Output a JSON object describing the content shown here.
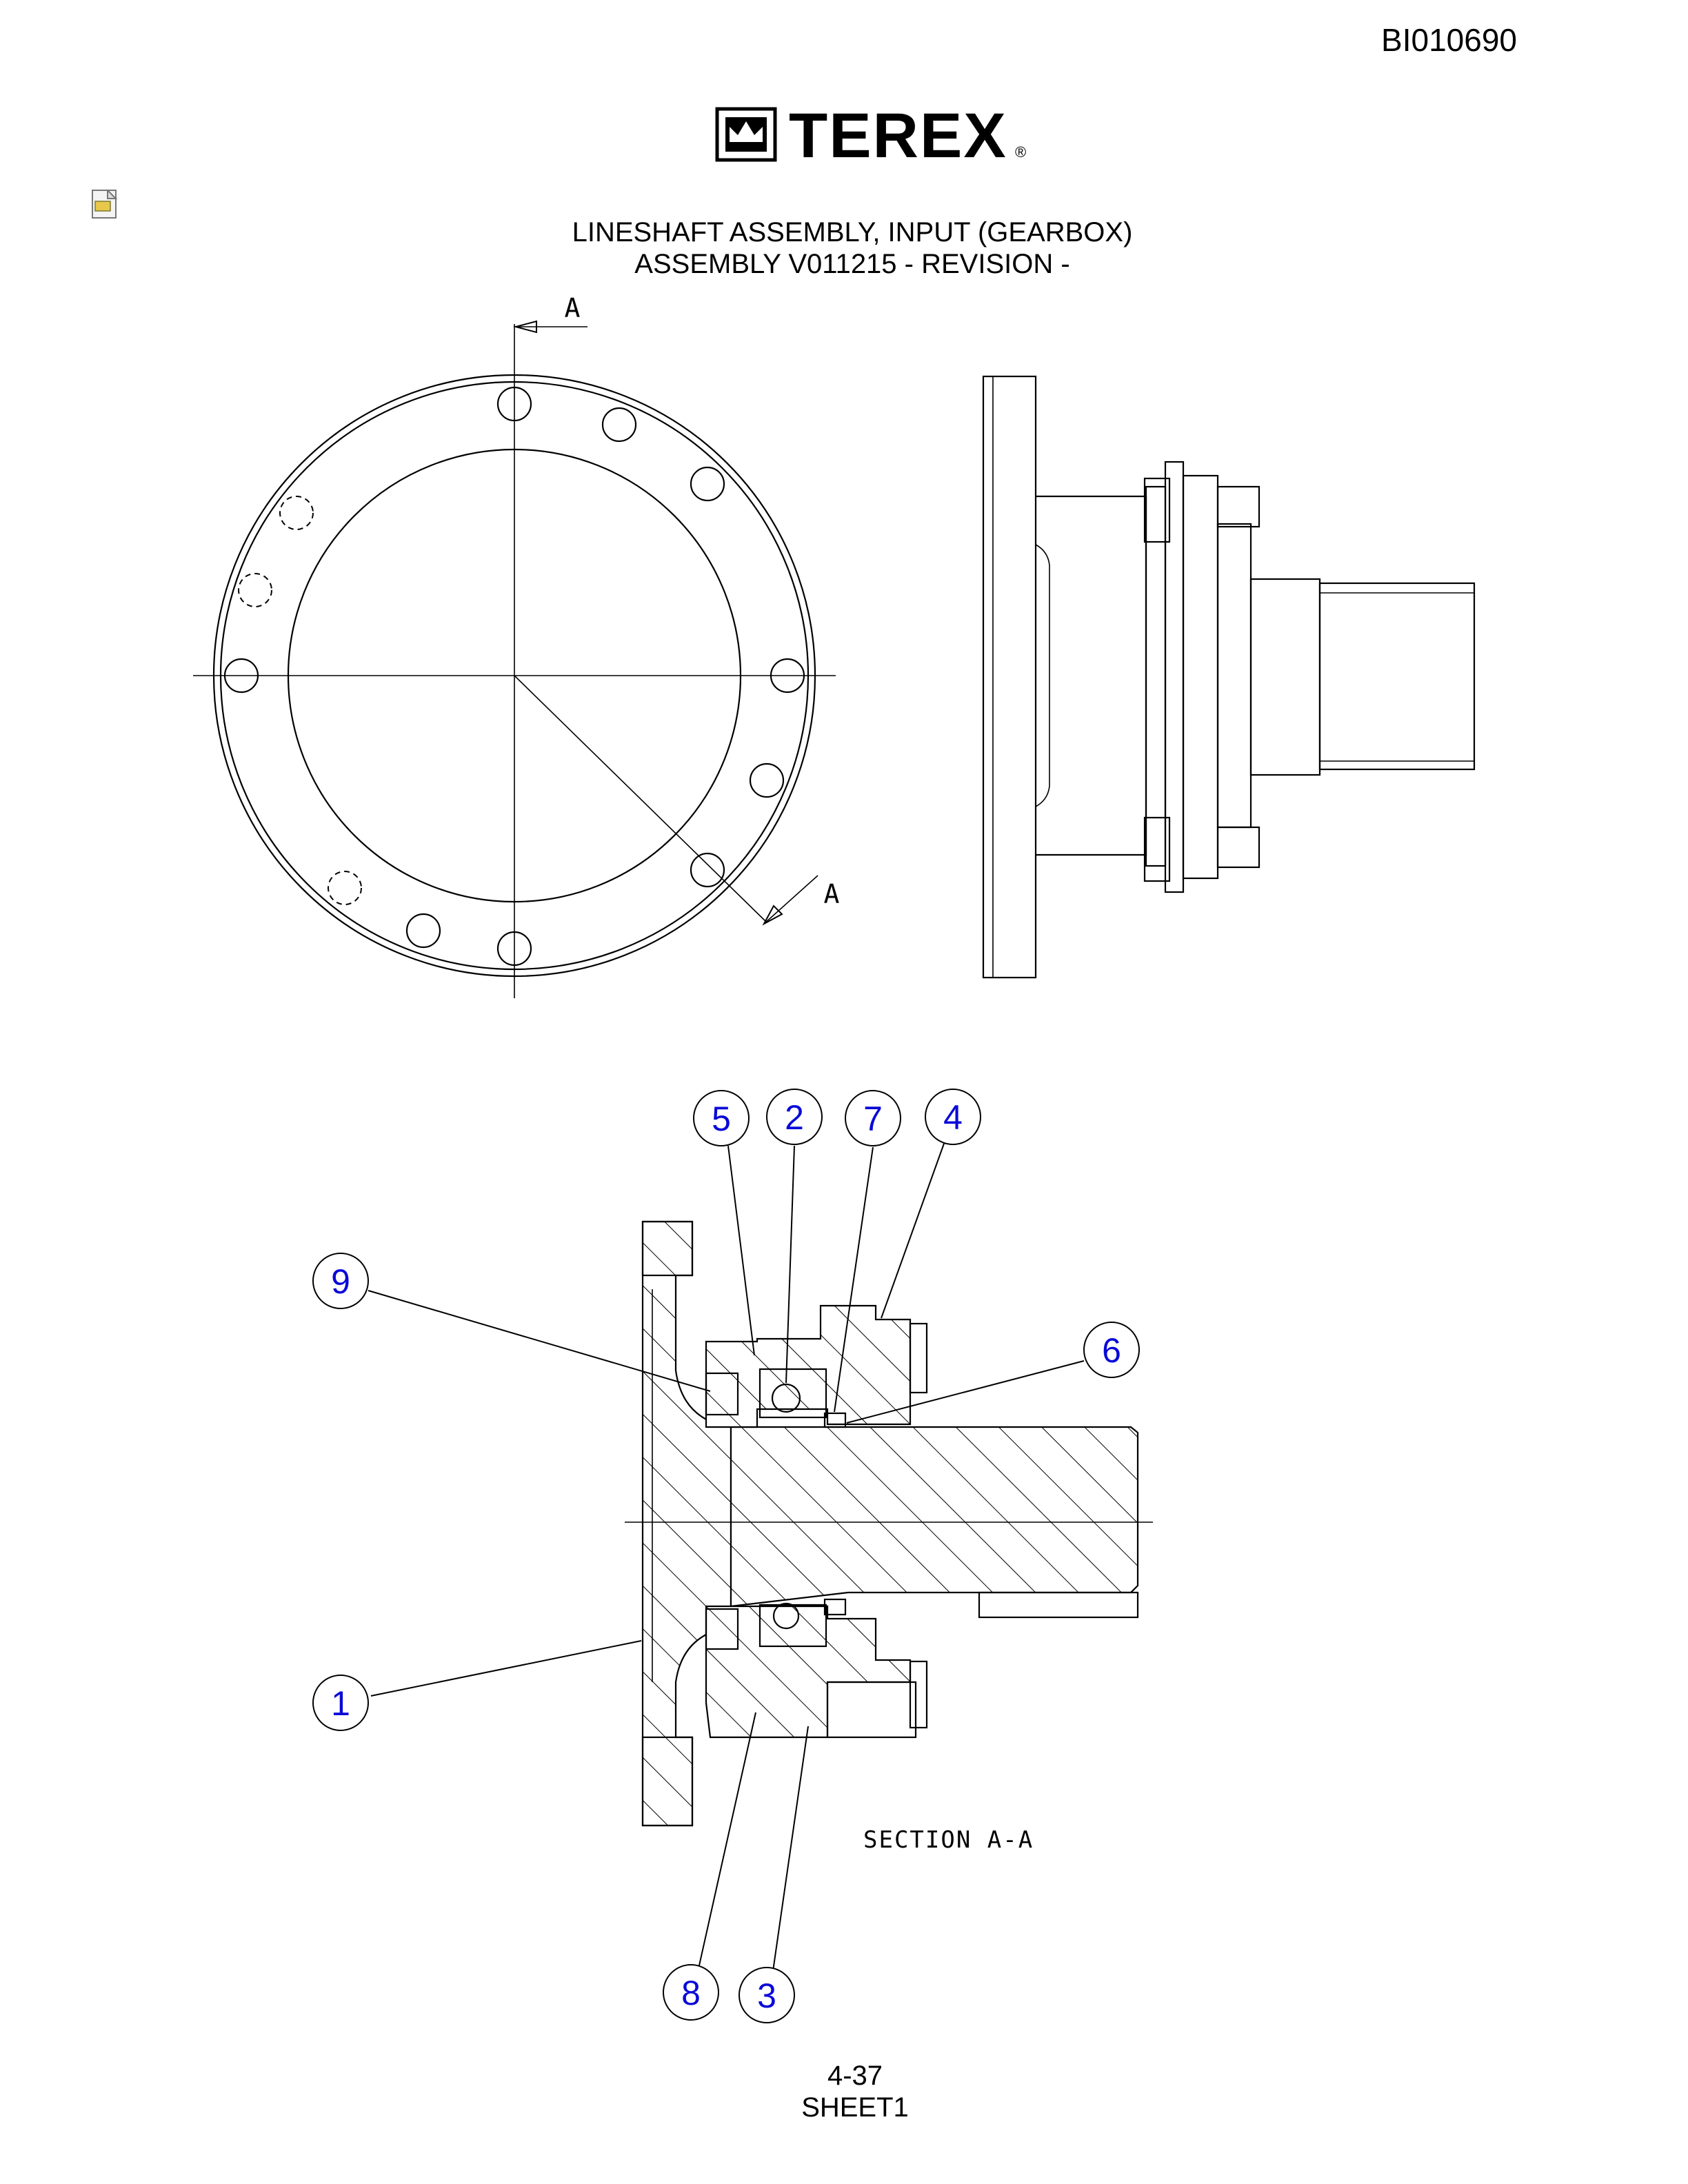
{
  "doc_id": "BI010690",
  "brand": {
    "name": "TEREX",
    "reg_mark": "®",
    "logo_icon": "crown-logo-icon"
  },
  "title": {
    "line1": "LINESHAFT ASSEMBLY, INPUT (GEARBOX)",
    "line2": "ASSEMBLY V011215 - REVISION -"
  },
  "section_marker": "A",
  "section_label": "SECTION  A-A",
  "balloons": [
    {
      "id": "5"
    },
    {
      "id": "2"
    },
    {
      "id": "7"
    },
    {
      "id": "4"
    },
    {
      "id": "9"
    },
    {
      "id": "6"
    },
    {
      "id": "1"
    },
    {
      "id": "8"
    },
    {
      "id": "3"
    }
  ],
  "footer": {
    "page": "4-37",
    "sheet": "SHEET1"
  },
  "colors": {
    "balloon_text": "#0a0ad8",
    "lines": "#000000",
    "background": "#ffffff"
  }
}
